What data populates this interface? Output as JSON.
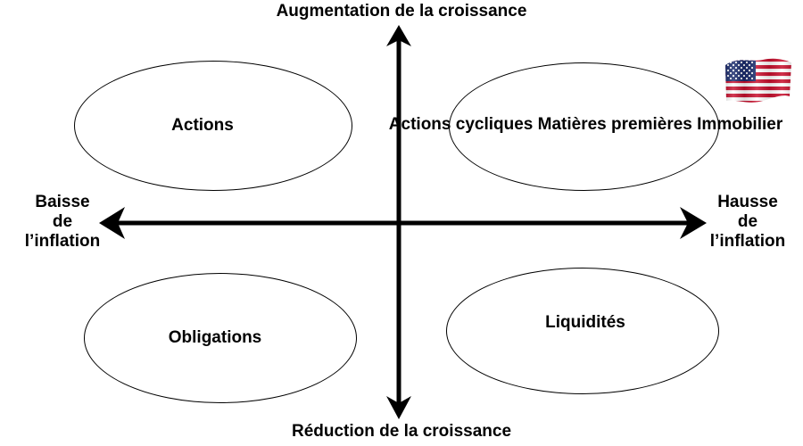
{
  "diagram": {
    "title": "Matrice croissance / inflation",
    "background_color": "#ffffff",
    "line_color": "#000000",
    "text_color": "#000000"
  },
  "axes": {
    "vertical": {
      "top_label": "Augmentation de la croissance",
      "bottom_label": "Réduction de la croissance"
    },
    "horizontal": {
      "left_label_lines": [
        "Baisse",
        "de",
        "l’inflation"
      ],
      "right_label_lines": [
        "Hausse",
        "de",
        "l’inflation"
      ]
    }
  },
  "quadrants": [
    {
      "id": "top-left",
      "name": "equities",
      "lines": [
        "Actions"
      ]
    },
    {
      "id": "top-right",
      "name": "cyclicals",
      "lines": [
        "Actions cycliques",
        "Matières premières",
        "Immobilier"
      ]
    },
    {
      "id": "bottom-left",
      "name": "bonds",
      "lines": [
        "Obligations"
      ]
    },
    {
      "id": "bottom-right",
      "name": "cash",
      "lines": [
        "Liquidités"
      ]
    }
  ],
  "decorations": {
    "flag": {
      "icon": "us-flag-icon",
      "label": "Drapeau des États-Unis",
      "colors": {
        "red": "#c8102e",
        "white": "#ffffff",
        "blue": "#1a2b6d"
      }
    }
  }
}
